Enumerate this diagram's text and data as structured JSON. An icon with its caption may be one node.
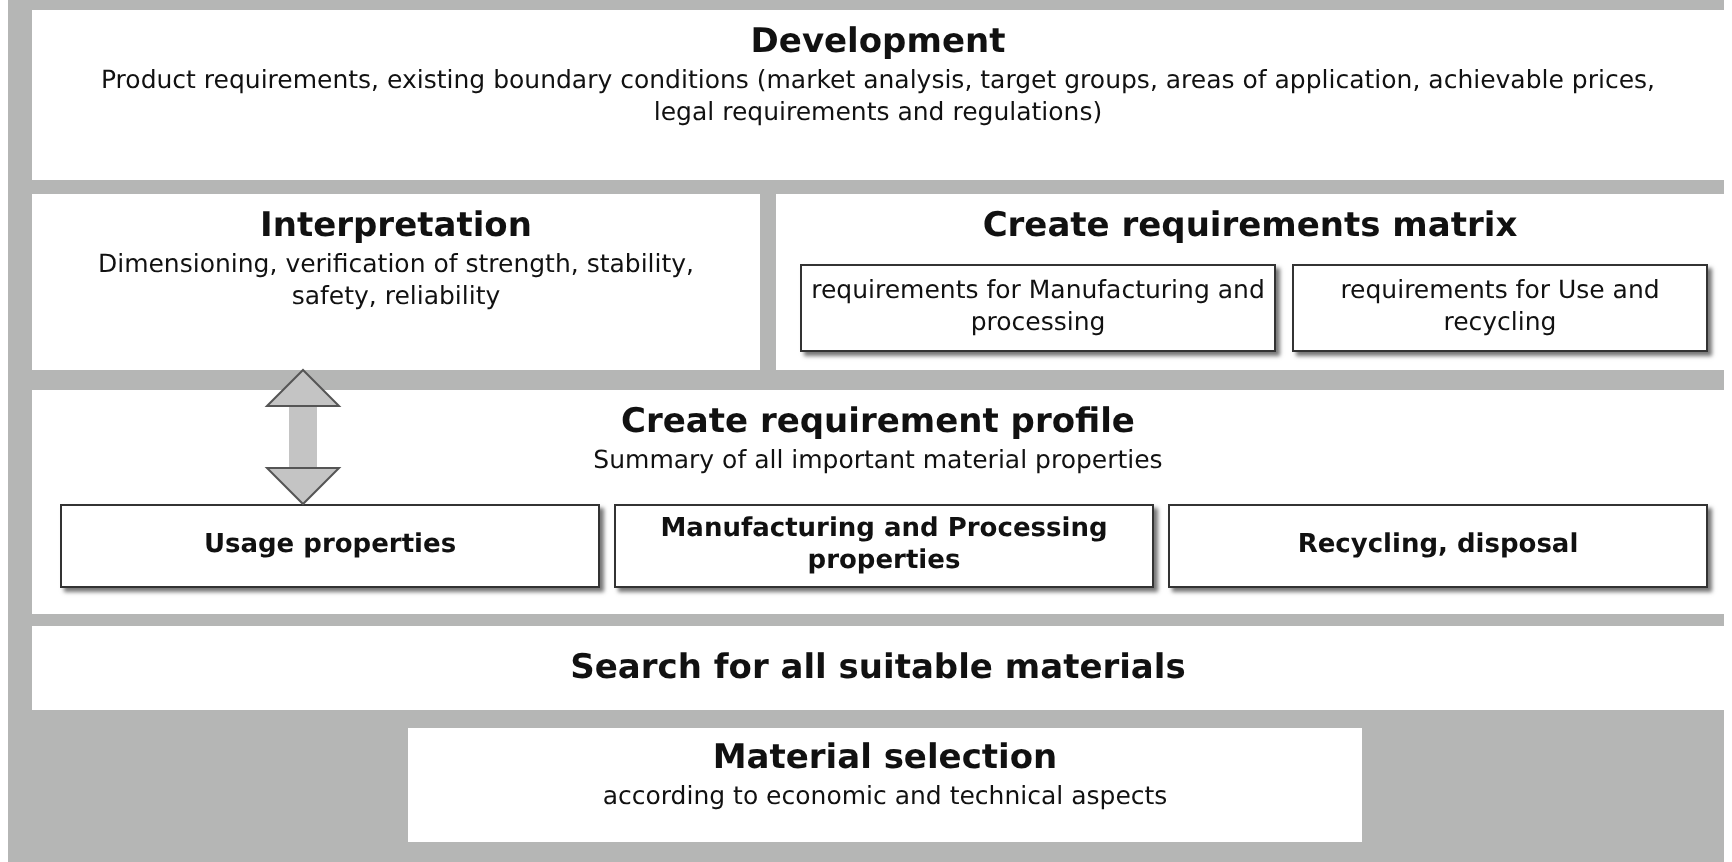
{
  "diagram": {
    "nodes": [
      {
        "text": [
          "Development",
          "Product requirements, existing boundary conditions (market analysis, target groups, areas of application, achievable prices, legal requirements and regulations)"
        ]
      },
      {
        "text": [
          "Interpretation",
          "Dimensioning, verification of strength, stability, safety, reliability"
        ]
      },
      {
        "text": [
          "Create requirements matrix"
        ]
      },
      {
        "text": [
          "requirements for Manufacturing and processing"
        ],
        "in": 2
      },
      {
        "text": [
          "requirements for Use and recycling"
        ],
        "in": 2
      },
      {
        "text": [
          "Create requirement profile",
          "Summary of all important material properties"
        ]
      },
      {
        "text": [
          "Usage properties"
        ],
        "in": 5
      },
      {
        "text": [
          "Manufacturing and Processing properties"
        ],
        "in": 5
      },
      {
        "text": [
          "Recycling, disposal"
        ],
        "in": 5
      },
      {
        "text": [
          "Search for all suitable materials"
        ]
      },
      {
        "text": [
          "Material selection",
          "according to economic and technical aspects"
        ]
      }
    ],
    "edges": [
      {
        "from": 1,
        "to": 6,
        "arrow": "both"
      }
    ]
  }
}
